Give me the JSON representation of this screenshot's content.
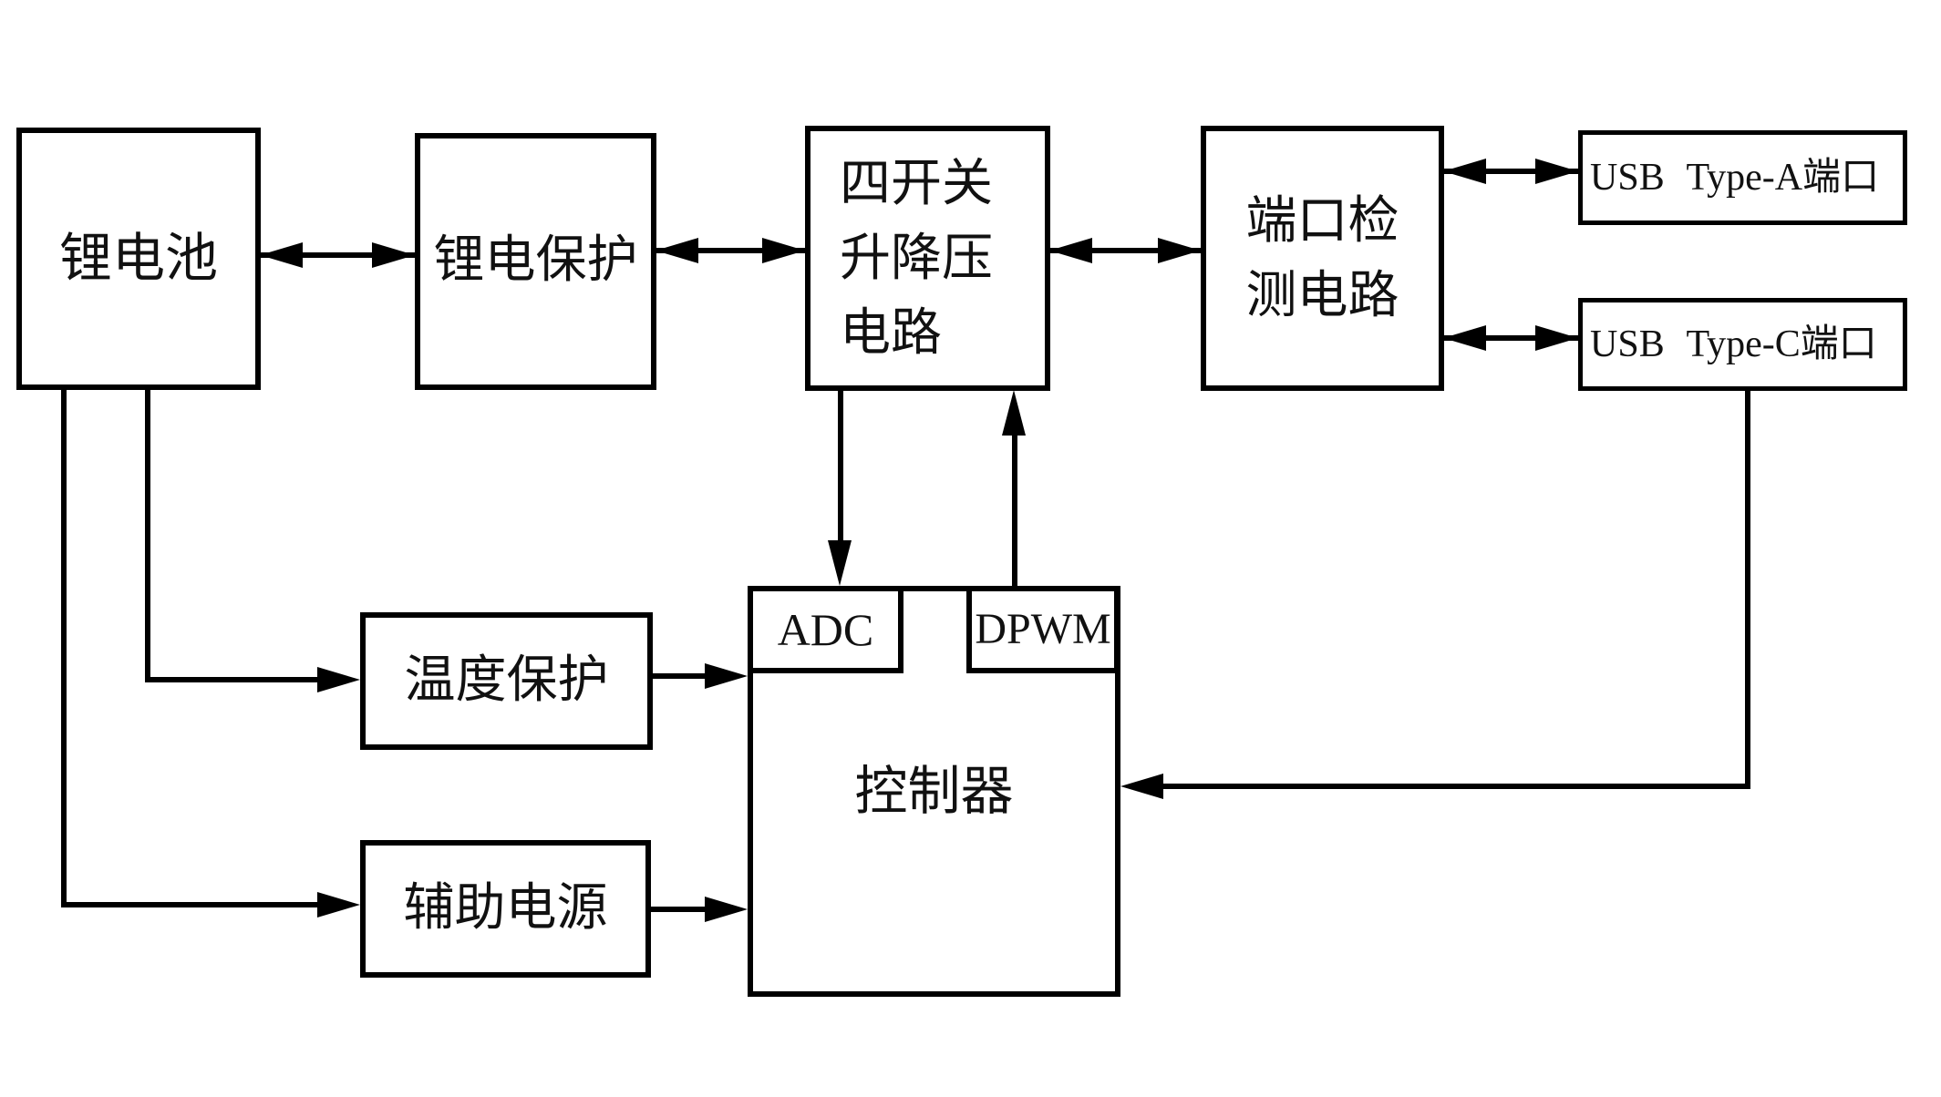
{
  "diagram": {
    "title_hint": "battery power bank system block diagram",
    "colors": {
      "line": "#000000",
      "background": "#ffffff",
      "box_fill": "#ffffff",
      "text": "#111111"
    },
    "boxes": {
      "battery": {
        "label": "锂电池"
      },
      "battery_protect": {
        "label": "锂电保护"
      },
      "buck_boost": {
        "lines": [
          "四开关",
          "升降压",
          "电路"
        ]
      },
      "port_detect": {
        "lines": [
          "端口检",
          "测电路"
        ]
      },
      "usb_a": {
        "label": "USB Type-A端口"
      },
      "usb_c": {
        "label": "USB Type-C端口"
      },
      "temp_protect": {
        "label": "温度保护"
      },
      "aux_power": {
        "label": "辅助电源"
      },
      "controller": {
        "label": "控制器"
      },
      "adc": {
        "label": "ADC"
      },
      "dpwm": {
        "label": "DPWM"
      }
    }
  }
}
